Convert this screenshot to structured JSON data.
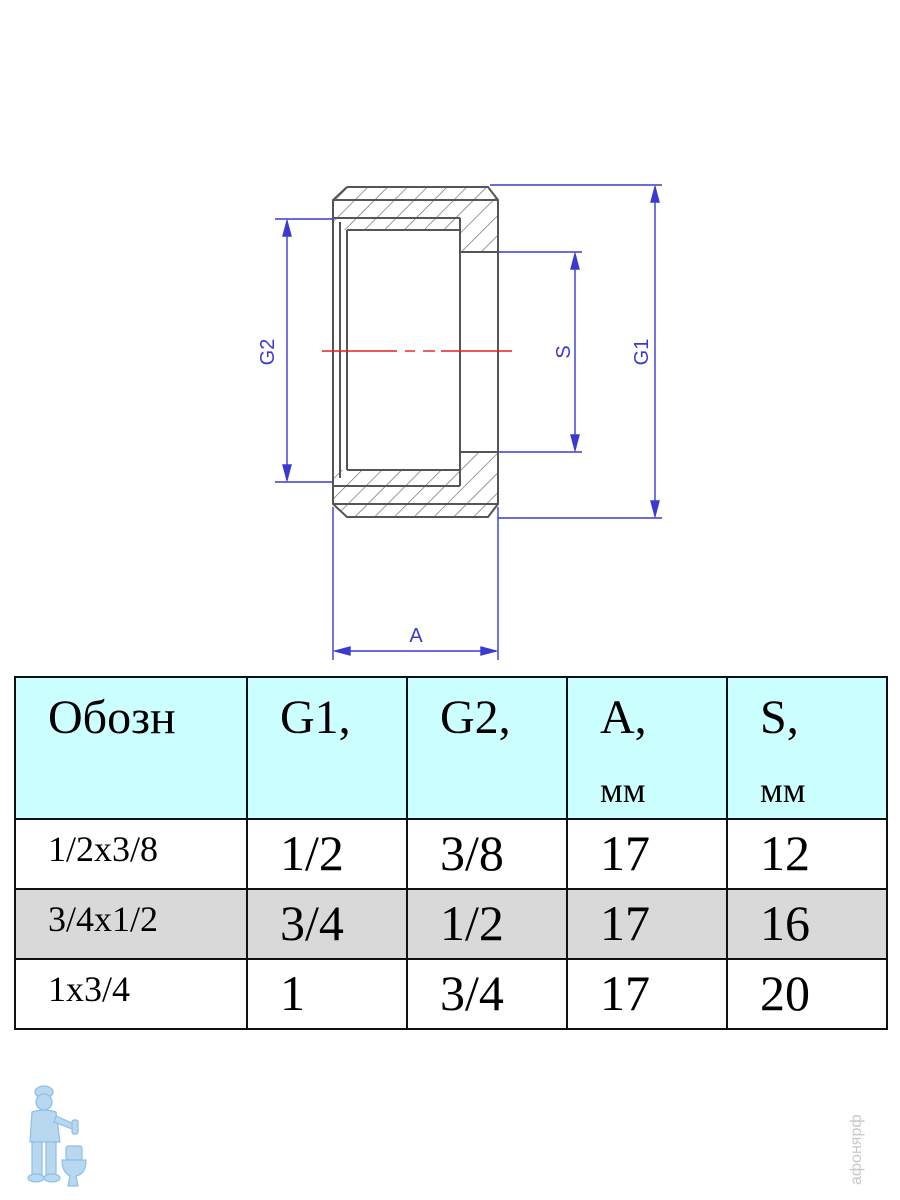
{
  "drawing": {
    "labels": {
      "g2": "G2",
      "s": "S",
      "g1": "G1",
      "a": "A"
    },
    "colors": {
      "outline": "#555555",
      "hatch": "#707070",
      "dimension": "#3a3ad0",
      "centerline": "#e02020"
    }
  },
  "table": {
    "headers": [
      {
        "main": "Обозн",
        "unit": ""
      },
      {
        "main": "G1,",
        "unit": ""
      },
      {
        "main": "G2,",
        "unit": ""
      },
      {
        "main": "A,",
        "unit": "мм"
      },
      {
        "main": "S,",
        "unit": "мм"
      }
    ],
    "rows": [
      {
        "cells": [
          "1/2x3/8",
          "1/2",
          "3/8",
          "17",
          "12"
        ],
        "shaded": false
      },
      {
        "cells": [
          "3/4x1/2",
          "3/4",
          "1/2",
          "17",
          "16"
        ],
        "shaded": true
      },
      {
        "cells": [
          "1x3/4",
          "1",
          "3/4",
          "17",
          "20"
        ],
        "shaded": false
      }
    ],
    "colors": {
      "header_bg": "#ccffff",
      "shaded_row_bg": "#d9d9d9"
    }
  },
  "watermark": {
    "text": "афонярф"
  },
  "logo": {
    "icon": "plumber-icon"
  }
}
